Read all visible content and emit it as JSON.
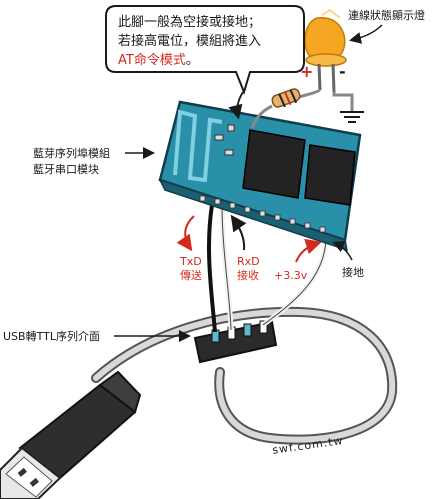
{
  "callout": {
    "line1": "此腳一般為空接或接地；",
    "line2": "若接高電位，模組將進入",
    "line3_red": "AT命令模式",
    "line3_end": "。"
  },
  "labels": {
    "led": "連線狀態顯示燈",
    "module_line1": "藍芽序列埠模組",
    "module_line2": "藍牙串口模块",
    "txd": "TxD",
    "txd_desc": "傳送",
    "rxd": "RxD",
    "rxd_desc": "接收",
    "vcc": "+3.3v",
    "gnd": "接地",
    "usb": "USB轉TTL序列介面",
    "plus": "+",
    "minus": "-",
    "watermark": "swf.com.tw"
  },
  "colors": {
    "board": "#2a8fa8",
    "chip": "#232323",
    "led": "#f5a623",
    "accent_red": "#d62a1f"
  }
}
